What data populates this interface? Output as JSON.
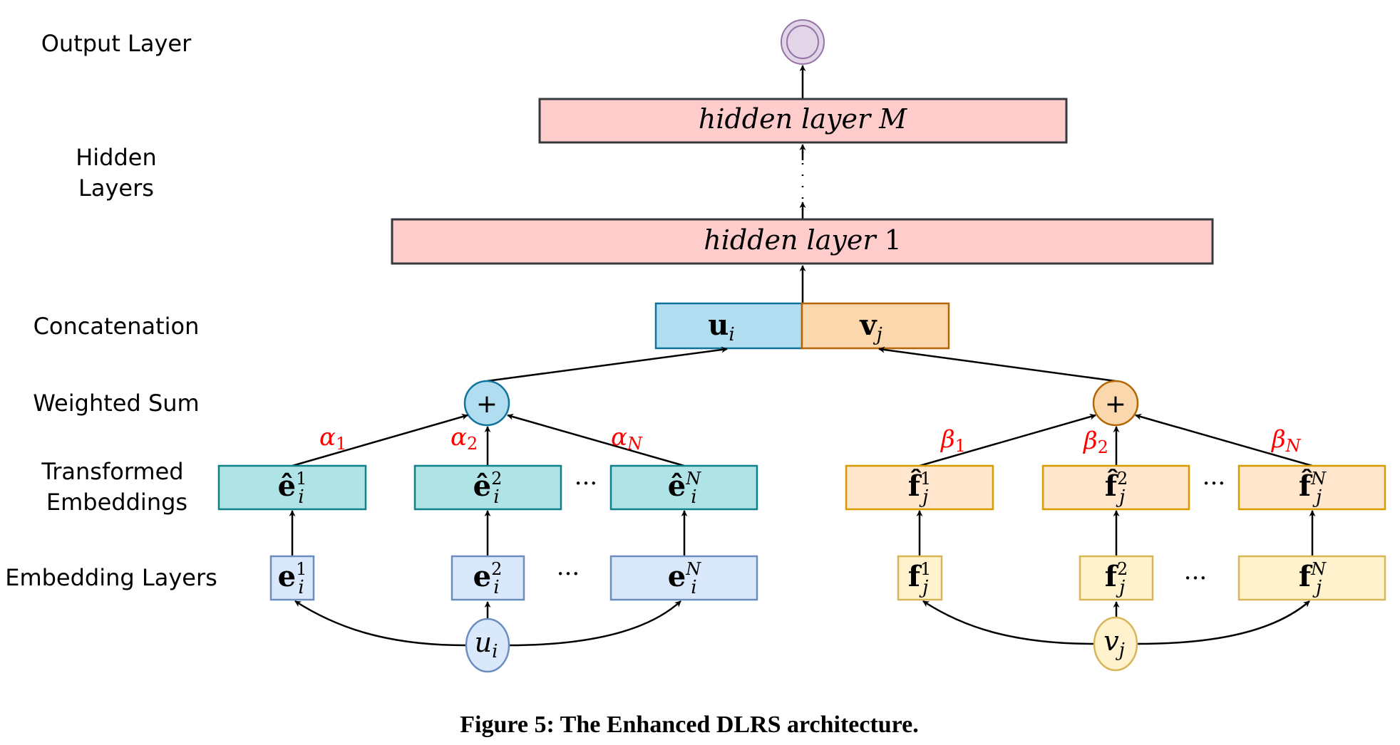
{
  "row_labels": {
    "output": "Output Layer",
    "hidden_1": "Hidden",
    "hidden_2": "Layers",
    "concatenation": "Concatenation",
    "weighted_sum": "Weighted Sum",
    "transformed_1": "Transformed",
    "transformed_2": "Embeddings",
    "embedding": "Embedding Layers"
  },
  "hidden_layers": {
    "top_prefix": "hidden layer",
    "top_index": "M",
    "bottom_prefix": "hidden layer",
    "bottom_index": "1",
    "ellipsis": "⋮"
  },
  "concat": {
    "user": {
      "base": "u",
      "sub": "i"
    },
    "item": {
      "base": "v",
      "sub": "j"
    }
  },
  "weighted_sum": {
    "symbol": "+",
    "user_weights": [
      {
        "base": "α",
        "sub": "1"
      },
      {
        "base": "α",
        "sub": "2"
      },
      {
        "base": "α",
        "sub": "N"
      }
    ],
    "item_weights": [
      {
        "base": "β",
        "sub": "1"
      },
      {
        "base": "β",
        "sub": "2"
      },
      {
        "base": "β",
        "sub": "N"
      }
    ]
  },
  "user_side": {
    "input": {
      "base": "u",
      "sub": "i"
    },
    "transformed": [
      {
        "base": "ê",
        "sup": "1",
        "sub": "i"
      },
      {
        "base": "ê",
        "sup": "2",
        "sub": "i"
      },
      {
        "base": "ê",
        "sup": "N",
        "sub": "i"
      }
    ],
    "embeddings": [
      {
        "base": "e",
        "sup": "1",
        "sub": "i"
      },
      {
        "base": "e",
        "sup": "2",
        "sub": "i"
      },
      {
        "base": "e",
        "sup": "N",
        "sub": "i"
      }
    ]
  },
  "item_side": {
    "input": {
      "base": "v",
      "sub": "j"
    },
    "transformed": [
      {
        "base": "f̂",
        "sup": "1",
        "sub": "j"
      },
      {
        "base": "f̂",
        "sup": "2",
        "sub": "j"
      },
      {
        "base": "f̂",
        "sup": "N",
        "sub": "j"
      }
    ],
    "embeddings": [
      {
        "base": "f",
        "sup": "1",
        "sub": "j"
      },
      {
        "base": "f",
        "sup": "2",
        "sub": "j"
      },
      {
        "base": "f",
        "sup": "N",
        "sub": "j"
      }
    ]
  },
  "ellipsis_h": "···",
  "caption": "Figure 5: The Enhanced DLRS architecture.",
  "colors": {
    "output_fill": "#e1d5e7",
    "output_stroke": "#9673a6",
    "hidden_fill": "#ffcccc",
    "hidden_stroke": "#36393d",
    "user_concat_fill": "#b1ddf0",
    "user_concat_stroke": "#10739e",
    "item_concat_fill": "#fad7ac",
    "item_concat_stroke": "#b46504",
    "user_trans_fill": "#b0e3e6",
    "user_trans_stroke": "#0e8088",
    "user_emb_fill": "#dae8fc",
    "user_emb_stroke": "#6c8ebf",
    "item_trans_fill": "#ffe6cc",
    "item_trans_stroke": "#d79b00",
    "item_emb_fill": "#fff2cc",
    "item_emb_stroke": "#d6b656",
    "weight_label": "#ff0000"
  }
}
